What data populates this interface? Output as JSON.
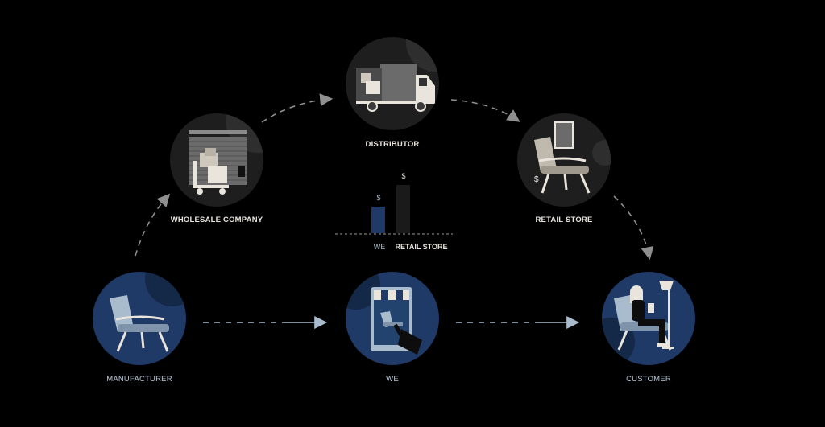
{
  "nodes": {
    "manufacturer": {
      "label": "MANUFACTURER"
    },
    "we": {
      "label": "WE"
    },
    "customer": {
      "label": "CUSTOMER"
    },
    "wholesale": {
      "label": "WHOLESALE COMPANY"
    },
    "distributor": {
      "label": "DISTRIBUTOR"
    },
    "retail": {
      "label": "RETAIL STORE"
    }
  },
  "price_compare": {
    "we_label": "WE",
    "retail_label": "RETAIL STORE",
    "we_price_symbol": "$",
    "retail_price_symbol": "$",
    "we_level": 0.55,
    "retail_level": 1.0
  },
  "colors": {
    "navy": "#1f3a66",
    "dark_circle": "#2a2a2a",
    "cream": "#e9e4dc",
    "arrow_blue": "#a9bccd",
    "arrow_grey": "#8f8f8f"
  }
}
